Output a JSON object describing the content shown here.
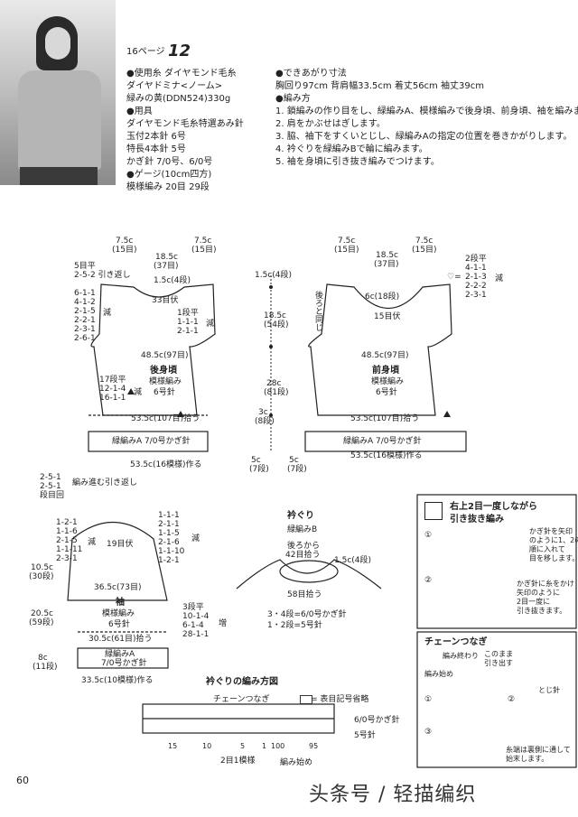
{
  "header": {
    "page_ref": "16ページ",
    "item_no": "12"
  },
  "materials": {
    "yarn_head": "●使用糸 ダイヤモンド毛糸",
    "yarn_name": "ダイヤドミナ<ノーム>",
    "yarn_color": "緑みの黄(DDN524)330g",
    "tools_head": "●用具",
    "tool1": "ダイヤモンド毛糸特選あみ針",
    "tool2": "玉付2本針 6号",
    "tool3": "特長4本針 5号",
    "tool4": "かぎ針 7/0号、6/0号",
    "gauge_head": "●ゲージ(10cm四方)",
    "gauge": "模様編み 20目 29段"
  },
  "finish": {
    "size_head": "●できあがり寸法",
    "size": "胸回り97cm 背肩幅33.5cm 着丈56cm 袖丈39cm",
    "method_head": "●編み方",
    "steps": [
      "1. 鎖編みの作り目をし、緑編みA、模様編みで後身頃、前身頃、袖を編みます。",
      "2. 肩をかぶせはぎします。",
      "3. 脇、袖下をすくいとじし、緑編みAの指定の位置を巻きかがりします。",
      "4. 衿ぐりを緑編みBで輪に編みます。",
      "5. 袖を身頃に引き抜き編みでつけます。"
    ]
  },
  "back": {
    "shoulder_l": "7.5c",
    "shoulder_l_st": "(15目)",
    "neck": "18.5c",
    "neck_st": "(37目)",
    "shoulder_r": "7.5c",
    "shoulder_r_st": "(15目)",
    "rows_l1": "5目平",
    "rows_l2": "2-5-2 引き返し",
    "rows_l3": "1.5c(4段)",
    "bind_off": "33目伏",
    "dec_list_1": "6-1-1",
    "dec_list_2": "4-1-2",
    "dec_list_3": "2-1-5",
    "dec_list_4": "2-2-1",
    "dec_list_5": "2-3-1",
    "dec_list_6": "2-6-1",
    "dec_label": "減",
    "neck_dec_1": "1段平",
    "neck_dec_2": "1-1-1",
    "neck_dec_3": "2-1-1",
    "neck_dec_label": "減",
    "width": "48.5c(97目)",
    "title": "後身頃",
    "pattern": "模様編み",
    "needle": "6号針",
    "side_1": "17段平",
    "side_2": "12-1-4",
    "side_3": "16-1-1",
    "side_label": "減",
    "pickup": "53.5c(107目)拾う",
    "rib": "緑編みA 7/0号かぎ針",
    "cast_on": "53.5c(16模様)作る",
    "rib_dec_1": "2-5-1",
    "rib_dec_2": "2-5-1",
    "rib_dec_3": "段目回",
    "rib_note": "編み進む引き返し"
  },
  "center": {
    "h1": "1.5c(4段)",
    "h2": "18.5c",
    "h2_rows": "(54段)",
    "h3": "28c",
    "h3_rows": "(81段)",
    "h4": "3c",
    "h4_rows": "(8段)",
    "h5": "5c",
    "h5_rows": "(7段)",
    "h6": "5c",
    "h6_rows": "(7段)",
    "same_as_back": "後ろと同じ"
  },
  "front": {
    "shoulder_l": "7.5c",
    "shoulder_l_st": "(15目)",
    "neck": "18.5c",
    "neck_st": "(37目)",
    "shoulder_r": "7.5c",
    "shoulder_r_st": "(15目)",
    "neck_center": "6c(18段)",
    "bind_off": "15目伏",
    "heart_1": "2段平",
    "heart_2": "4-1-1",
    "heart_3": "2-1-3",
    "heart_4": "2-2-2",
    "heart_5": "2-3-1",
    "heart_label": "減",
    "heart_symbol": "♡=",
    "width": "48.5c(97目)",
    "title": "前身頃",
    "pattern": "模様編み",
    "needle": "6号針",
    "pickup": "53.5c(107目)拾う",
    "rib": "緑編みA 7/0号かぎ針",
    "cast_on": "53.5c(16模様)作る"
  },
  "sleeve": {
    "left_1": "1-2-1",
    "left_2": "1-1-6",
    "left_3": "2-1-5",
    "left_4": "1-1-11",
    "left_5": "2-3-1",
    "right_1": "1-1-1",
    "right_2": "2-1-1",
    "right_3": "1-1-5",
    "right_4": "2-1-6",
    "right_5": "1-1-10",
    "right_6": "1-2-1",
    "bind_off": "19目伏",
    "dec_label": "減",
    "h1": "10.5c",
    "h1_rows": "(30段)",
    "h2": "20.5c",
    "h2_rows": "(59段)",
    "h3": "8c",
    "h3_rows": "(11段)",
    "width": "36.5c(73目)",
    "title": "袖",
    "pattern": "模様編み",
    "needle": "6号針",
    "inc_1": "3段平",
    "inc_2": "10-1-4",
    "inc_3": "6-1-4",
    "inc_4": "28-1-1",
    "inc_label": "増",
    "pickup": "30.5c(61目)拾う",
    "rib": "緑編みA",
    "rib_needle": "7/0号かぎ針",
    "cast_on": "33.5c(10模様)作る"
  },
  "collar": {
    "title": "衿ぐり",
    "pattern": "緑編みB",
    "back_from": "後ろから",
    "back_pickup": "42目拾う",
    "side": "1.5c(4段)",
    "front_pickup": "58目拾う",
    "row_34": "3・4段=6/0号かぎ針",
    "row_12": "1・2段=5号針"
  },
  "chart": {
    "title": "衿ぐりの編み方図",
    "chain_join": "チェーンつなぎ",
    "legend": "= 表目記号省略",
    "row_label_1": "6/0号かぎ針",
    "row_label_2": "5号針",
    "nums": [
      "15",
      "10",
      "5",
      "1",
      "100",
      "95"
    ],
    "repeat": "2目1模様",
    "start": "編み始め"
  },
  "technique1": {
    "title_1": "右上2目一度しながら",
    "title_2": "引き抜き編み",
    "step1_1": "かぎ針を矢印",
    "step1_2": "のように1、2の",
    "step1_3": "順に入れて",
    "step1_4": "目を移します。",
    "step2_1": "かぎ針に糸をかけ",
    "step2_2": "矢印のように",
    "step2_3": "2目一度に",
    "step2_4": "引き抜きます。"
  },
  "technique2": {
    "title": "チェーンつなぎ",
    "label_end": "編み終わり",
    "label_cut_1": "このまま",
    "label_cut_2": "引き出す",
    "label_start": "編み始め",
    "label_needle": "とじ針",
    "note_1": "糸端は裏側に通して",
    "note_2": "始末します。"
  },
  "footer": {
    "page_no": "60",
    "watermark": "头条号 / 轻描编织"
  }
}
